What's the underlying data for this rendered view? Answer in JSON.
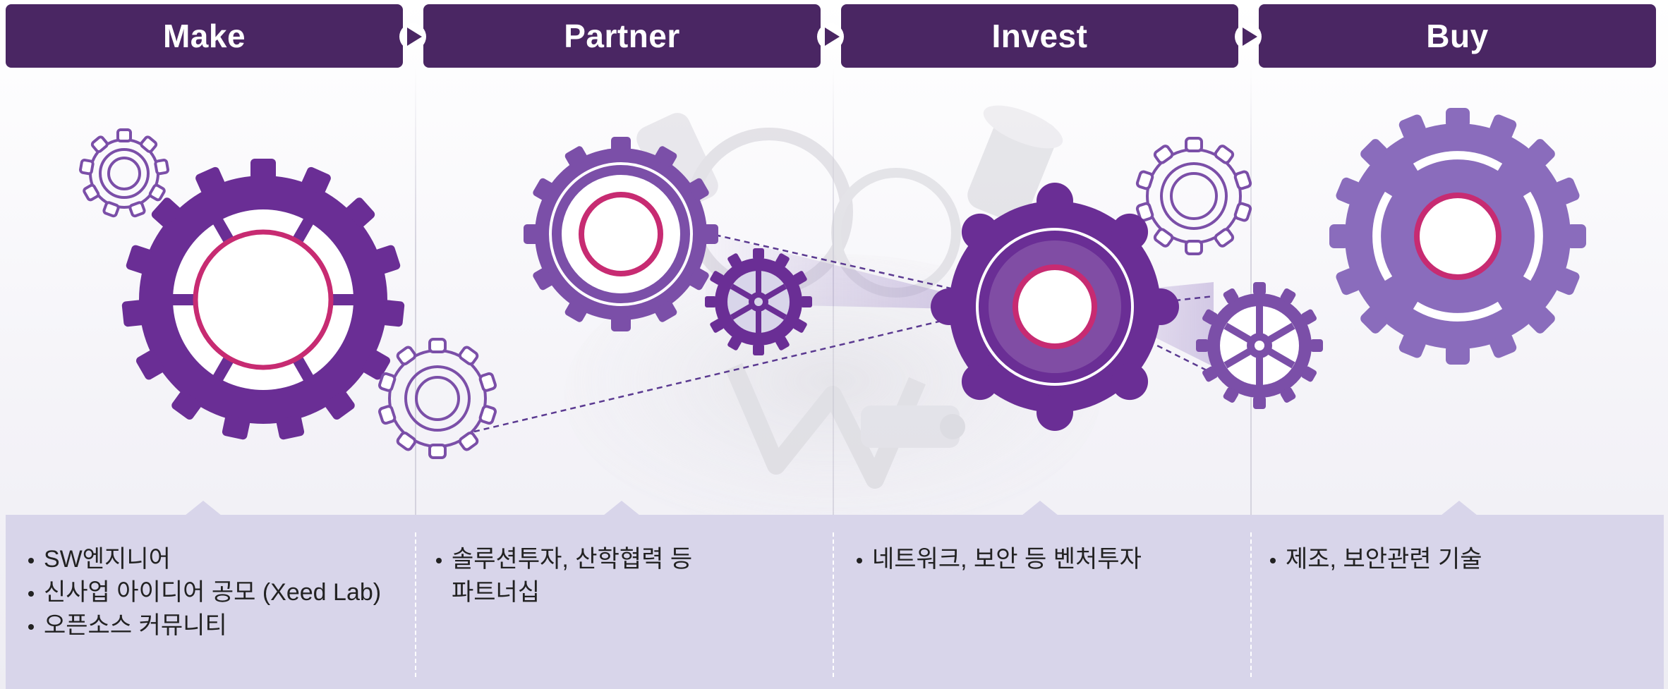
{
  "stages": [
    {
      "label": "Make",
      "items": [
        "SW엔지니어",
        "신사업 아이디어 공모 (Xeed Lab)",
        "오픈소스 커뮤니티"
      ]
    },
    {
      "label": "Partner",
      "items": [
        "솔루션투자, 산학협력 등\n파트너십"
      ]
    },
    {
      "label": "Invest",
      "items": [
        "네트워크, 보안 등 벤처투자"
      ]
    },
    {
      "label": "Buy",
      "items": [
        "제조, 보안관련 기술"
      ]
    }
  ],
  "colors": {
    "header": "#4a2663",
    "gear_dark": "#6a2e95",
    "gear_mid": "#7b4fa8",
    "gear_light": "#8a6cbc",
    "ring": "#c72b72",
    "panel": "#d8d5ea"
  },
  "icons": [
    "gear-icon",
    "spoked-wheel-icon",
    "outline-gear-icon",
    "arrow-right-icon",
    "engine-illustration"
  ]
}
